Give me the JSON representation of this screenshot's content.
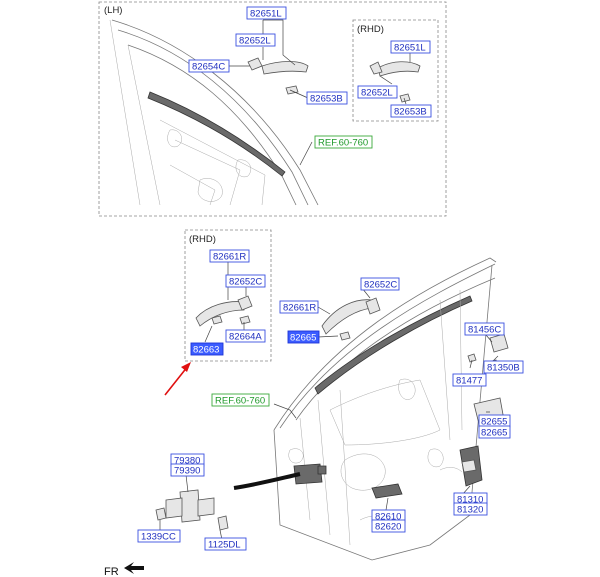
{
  "sections": {
    "lh_label": "(LH)",
    "rhd_top_label": "(RHD)",
    "rhd_mid_label": "(RHD)"
  },
  "direction_label": "FR",
  "colors": {
    "label_border": "#3a50e0",
    "label_text": "#2030c0",
    "highlight_fill": "#3b5cff",
    "ref_border": "#3aa83a",
    "ref_text": "#1f9a2a",
    "arrow": "#e01010"
  },
  "top_lh_labels": [
    "82651L",
    "82652L",
    "82654C",
    "82653B"
  ],
  "top_lh_ref": "REF.60-760",
  "top_rhd_labels": [
    "82651L",
    "82652L",
    "82653B"
  ],
  "mid_rhd_labels": [
    "82661R",
    "82652C",
    "82664A",
    "82663"
  ],
  "bottom_labels": [
    "82652C",
    "82661R",
    "82665",
    "81456C",
    "81350B",
    "81477",
    "82655",
    "82665",
    "79380",
    "79390",
    "1339CC",
    "1125DL",
    "82610",
    "82620",
    "81310",
    "81320"
  ],
  "bottom_ref": "REF.60-760"
}
